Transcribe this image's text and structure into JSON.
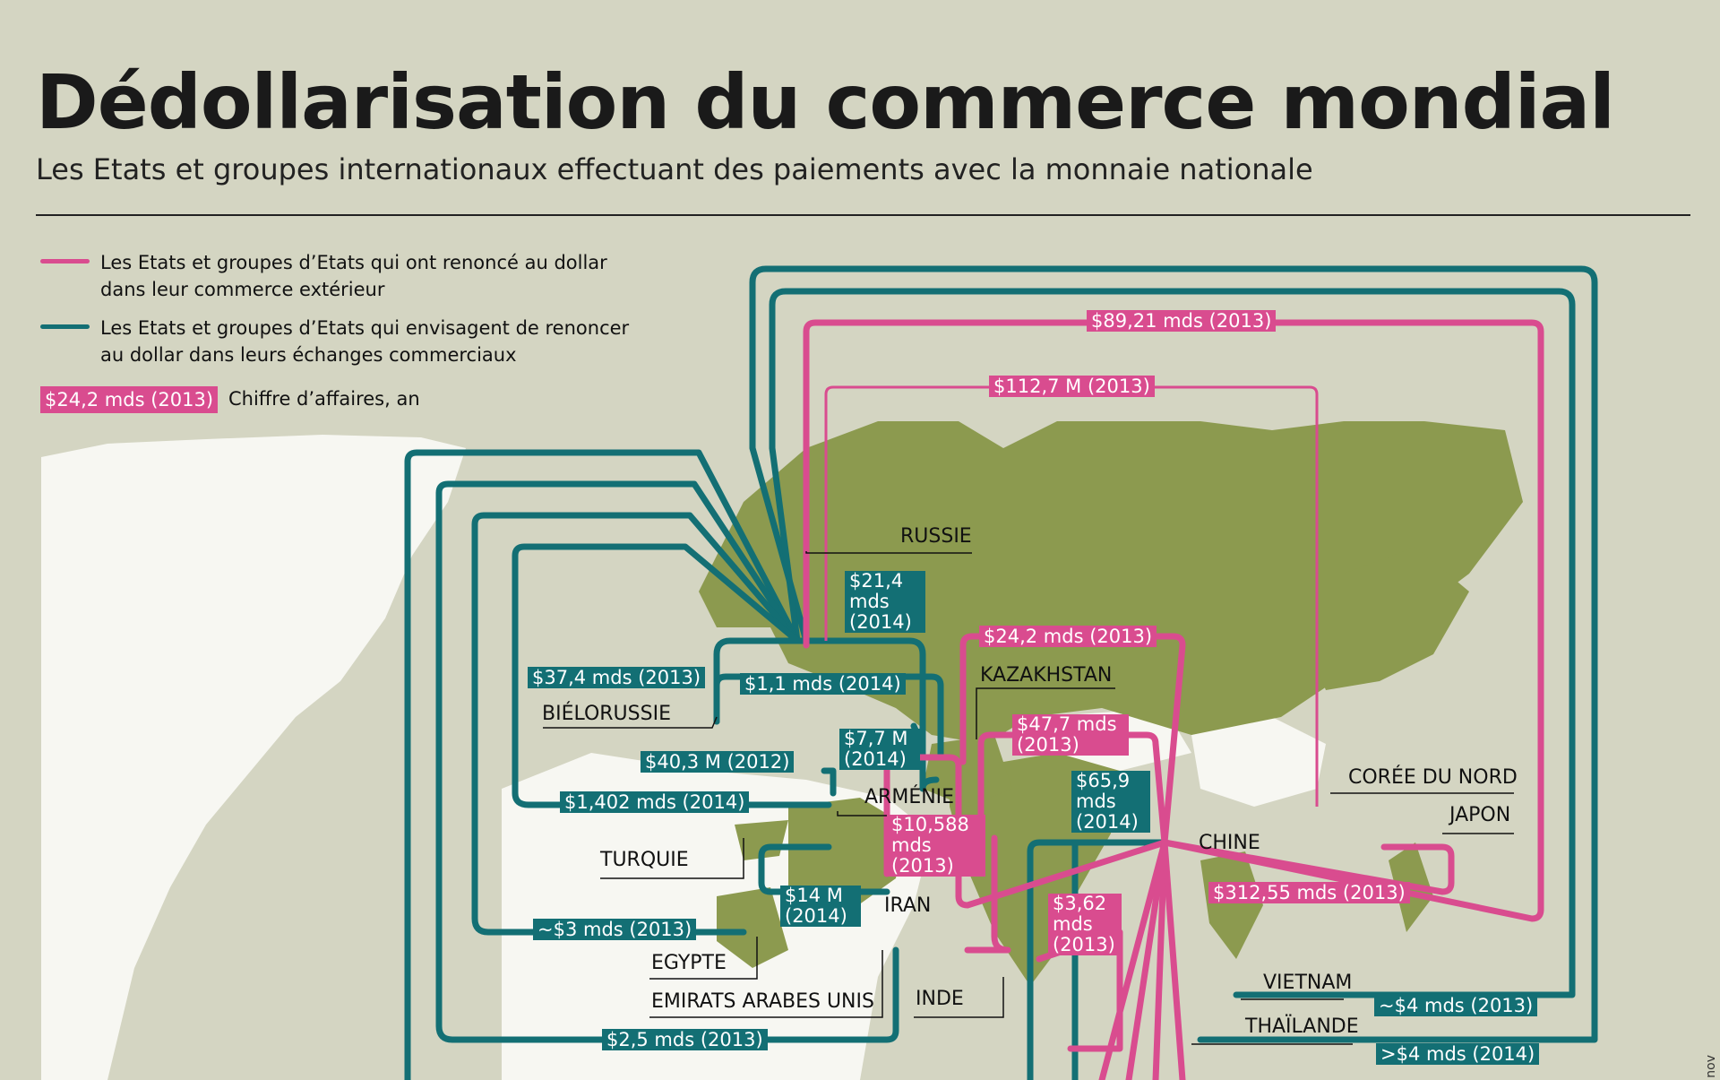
{
  "header": {
    "title": "Dédollarisation du commerce mondial",
    "subtitle": "Les Etats et groupes internationaux effectuant des paiements avec la monnaie nationale"
  },
  "legend": {
    "pink_line": "Les Etats et groupes d’Etats qui ont renoncé au dollar dans leur commerce extérieur",
    "pink_line_1": "Les Etats et groupes d’Etats qui ont renoncé au dollar",
    "pink_line_2": "dans leur commerce extérieur",
    "teal_line_1": "Les Etats et groupes d’Etats qui envisagent de renoncer",
    "teal_line_2": "au dollar dans leurs échanges commerciaux",
    "sample_value": "$24,2 mds (2013)",
    "sample_caption": "Chiffre d’affaires, an",
    "colors": {
      "renounced": "#d94c8f",
      "considering": "#136f74",
      "land": "#8c9a4f",
      "ocean": "#d4d5c2"
    }
  },
  "countries": {
    "russie": "RUSSIE",
    "bielorussie": "BIÉLORUSSIE",
    "kazakhstan": "KAZAKHSTAN",
    "armenie": "ARMÉNIE",
    "turquie": "TURQUIE",
    "iran": "IRAN",
    "egypte": "EGYPTE",
    "emirats": "EMIRATS ARABES UNIS",
    "inde": "INDE",
    "chine": "CHINE",
    "coree_nord": "CORÉE DU NORD",
    "japon": "JAPON",
    "vietnam": "VIETNAM",
    "thailande": "THAÏLANDE"
  },
  "flows": {
    "f1": "$89,21 mds (2013)",
    "f2": "$112,7 M (2013)",
    "f3": "$21,4 mds (2014)",
    "f4": "$24,2 mds (2013)",
    "f5": "$37,4 mds (2013)",
    "f6": "$1,1 mds (2014)",
    "f7": "$47,7 mds (2013)",
    "f8": "$7,7 M (2014)",
    "f9": "$40,3 M (2012)",
    "f10": "$65,9 mds (2014)",
    "f11": "$1,402 mds (2014)",
    "f12": "$10,588 mds (2013)",
    "f13": "$14 M (2014)",
    "f14": "$3,62 mds (2013)",
    "f15": "$312,55 mds (2013)",
    "f16": "~$3 mds (2013)",
    "f17": "~$4 mds (2013)",
    "f18": "$2,5 mds (2013)",
    "f19": ">$4 mds (2014)"
  },
  "credit": "nov"
}
